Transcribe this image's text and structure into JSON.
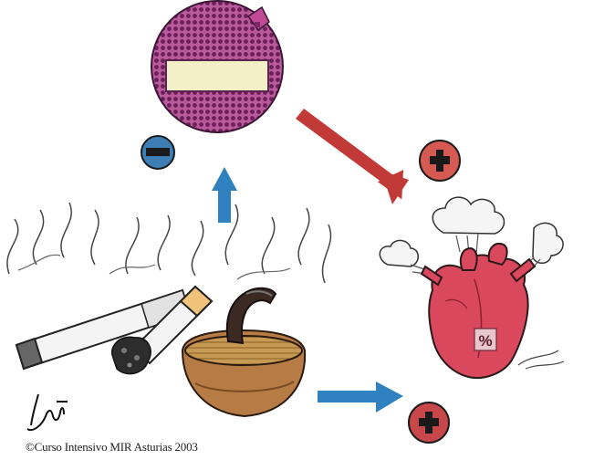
{
  "diagram": {
    "nodes": {
      "smoking": {
        "icon": "cigarettes-pipe-smoke-icon"
      },
      "receptor": {
        "icon": "hemoglobin-disc-icon"
      },
      "heart": {
        "icon": "smoking-heart-icon",
        "mark": "%"
      }
    },
    "arrows": [
      {
        "name": "smoking-to-receptor-arrow",
        "color": "#2f82bf",
        "sign": "minus"
      },
      {
        "name": "receptor-to-heart-arrow",
        "color": "#c23a38",
        "sign": "plus"
      },
      {
        "name": "smoking-to-heart-arrow",
        "color": "#2f82bf",
        "sign": "plus"
      }
    ],
    "signs": {
      "minus_color": "#3d7fb5",
      "plus_top_color": "#d65a52",
      "plus_bottom_color": "#c8474a"
    }
  },
  "copyright": "©Curso Intensivo MIR Asturias 2003",
  "signature": "handwritten-signature"
}
